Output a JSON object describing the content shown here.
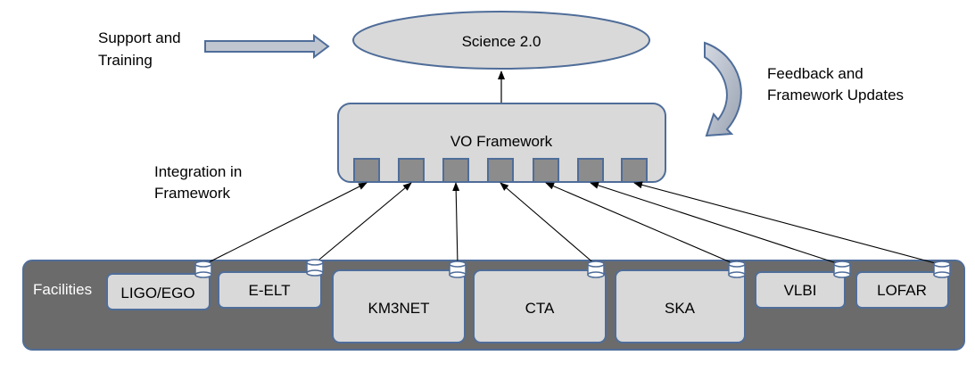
{
  "labels": {
    "science": "Science 2.0",
    "support_line1": "Support and",
    "support_line2": "Training",
    "feedback_line1": "Feedback and",
    "feedback_line2": "Framework Updates",
    "vo_framework": "VO Framework",
    "integration_line1": "Integration in",
    "integration_line2": "Framework",
    "facilities": "Facilities"
  },
  "facilities": [
    {
      "name": "LIGO/EGO"
    },
    {
      "name": "E-ELT"
    },
    {
      "name": "KM3NET"
    },
    {
      "name": "CTA"
    },
    {
      "name": "SKA"
    },
    {
      "name": "VLBI"
    },
    {
      "name": "LOFAR"
    }
  ],
  "colors": {
    "box_fill": "#d9d9d9",
    "box_stroke": "#4f6d99",
    "facilities_band": "#6b6b6b",
    "port_fill": "#8c8c8c",
    "arrow_fill": "#c0c6d0"
  }
}
